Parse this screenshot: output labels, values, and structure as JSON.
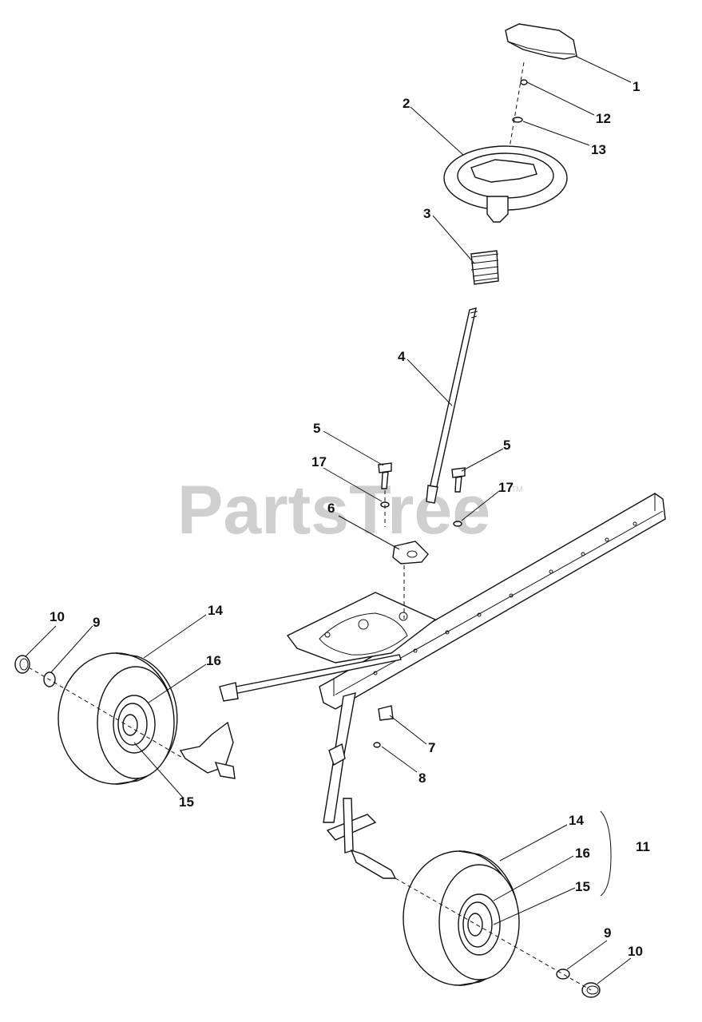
{
  "watermark": {
    "text": "PartsTree",
    "trademark": "TM"
  },
  "callouts": [
    {
      "id": "c1",
      "text": "1"
    },
    {
      "id": "c2",
      "text": "2"
    },
    {
      "id": "c3",
      "text": "3"
    },
    {
      "id": "c4",
      "text": "4"
    },
    {
      "id": "c5a",
      "text": "5"
    },
    {
      "id": "c5b",
      "text": "5"
    },
    {
      "id": "c6",
      "text": "6"
    },
    {
      "id": "c7",
      "text": "7"
    },
    {
      "id": "c8",
      "text": "8"
    },
    {
      "id": "c9a",
      "text": "9"
    },
    {
      "id": "c9b",
      "text": "9"
    },
    {
      "id": "c10a",
      "text": "10"
    },
    {
      "id": "c10b",
      "text": "10"
    },
    {
      "id": "c11",
      "text": "11"
    },
    {
      "id": "c12",
      "text": "12"
    },
    {
      "id": "c13",
      "text": "13"
    },
    {
      "id": "c14a",
      "text": "14"
    },
    {
      "id": "c14b",
      "text": "14"
    },
    {
      "id": "c15a",
      "text": "15"
    },
    {
      "id": "c15b",
      "text": "15"
    },
    {
      "id": "c16a",
      "text": "16"
    },
    {
      "id": "c16b",
      "text": "16"
    },
    {
      "id": "c17a",
      "text": "17"
    },
    {
      "id": "c17b",
      "text": "17"
    }
  ]
}
